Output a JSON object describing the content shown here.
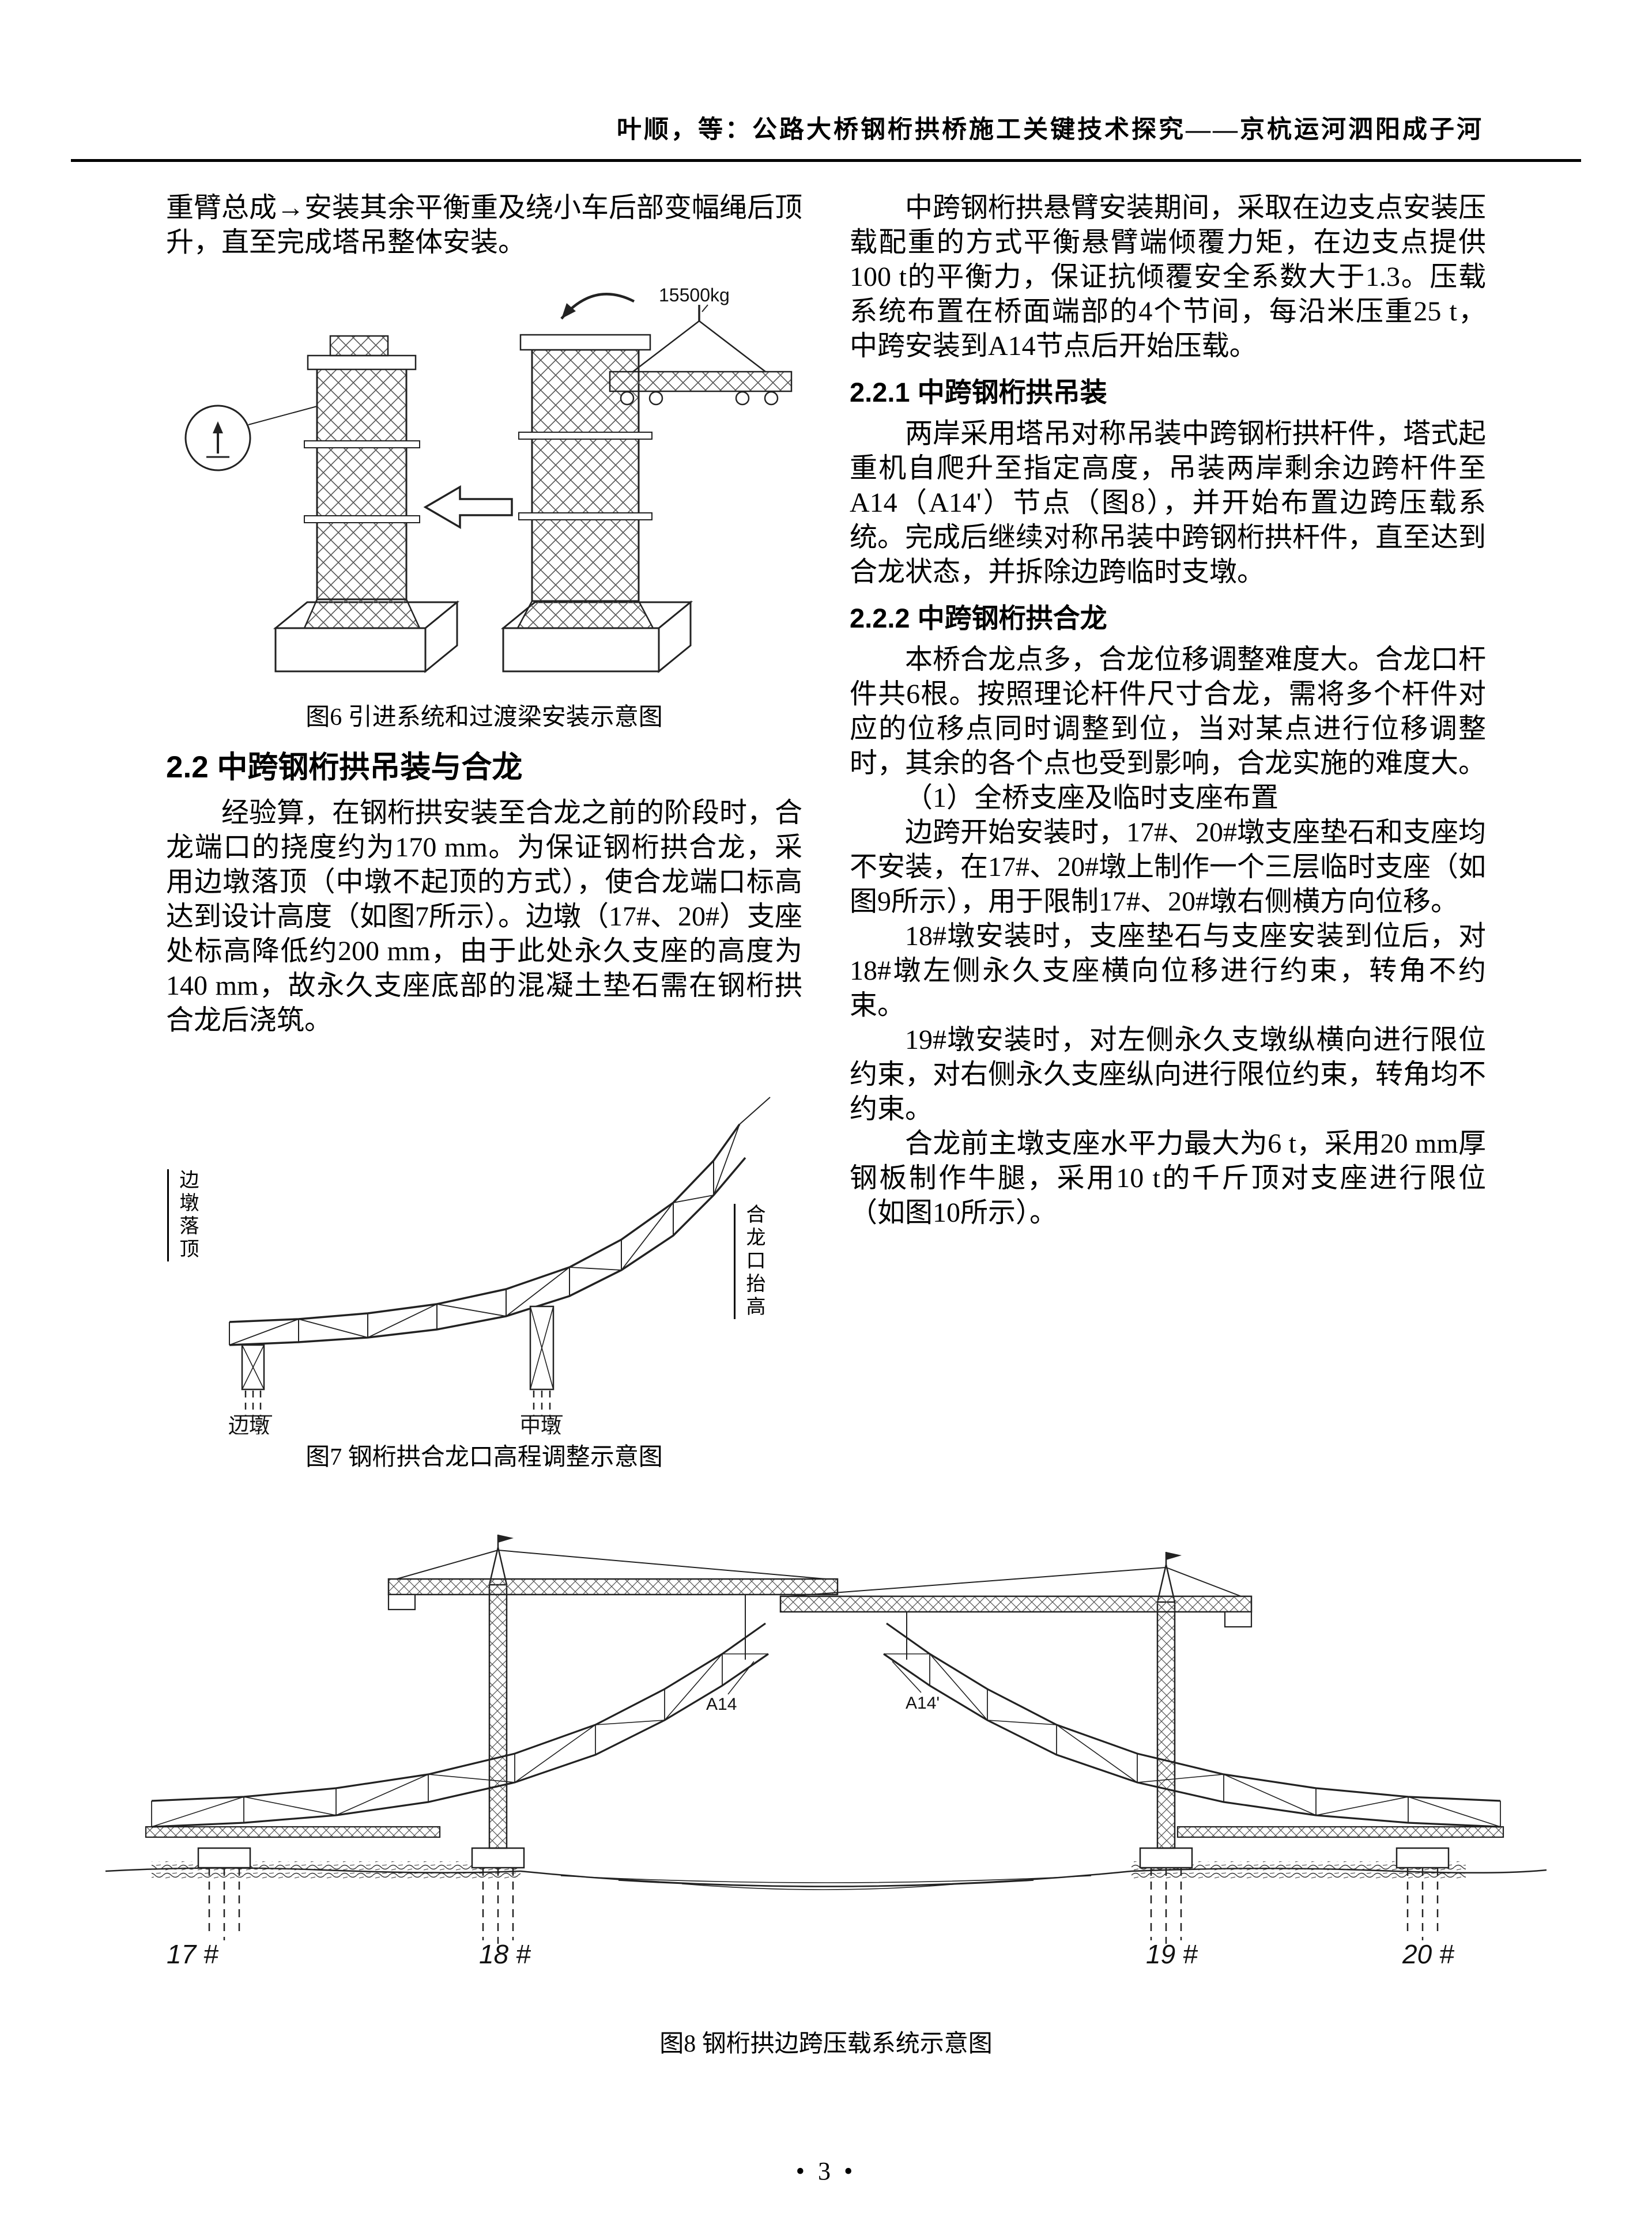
{
  "colors": {
    "ink": "#000000",
    "paper": "#ffffff"
  },
  "header": {
    "title": "叶顺，等：公路大桥钢桁拱桥施工关键技术探究——京杭运河泗阳成子河"
  },
  "left_column": {
    "para1": "重臂总成→安装其余平衡重及绕小车后部变幅绳后顶升，直至完成塔吊整体安装。",
    "fig6": {
      "weight_label": "15500kg",
      "caption": "图6 引进系统和过渡梁安装示意图"
    },
    "heading_2_2": "2.2 中跨钢桁拱吊装与合龙",
    "para2": "经验算，在钢桁拱安装至合龙之前的阶段时，合龙端口的挠度约为170 mm。为保证钢桁拱合龙，采用边墩落顶（中墩不起顶的方式），使合龙端口标高达到设计高度（如图7所示）。边墩（17#、20#）支座处标高降低约200 mm，由于此处永久支座的高度为140 mm，故永久支座底部的混凝土垫石需在钢桁拱合龙后浇筑。",
    "fig7": {
      "label_side_pier_drop": "边墩落顶",
      "label_closure_raise": "合龙口抬高",
      "label_side_pier": "边墩",
      "label_mid_pier": "中墩",
      "caption": "图7 钢桁拱合龙口高程调整示意图"
    }
  },
  "right_column": {
    "para1": "中跨钢桁拱悬臂安装期间，采取在边支点安装压载配重的方式平衡悬臂端倾覆力矩，在边支点提供100 t的平衡力，保证抗倾覆安全系数大于1.3。压载系统布置在桥面端部的4个节间，每沿米压重25 t，中跨安装到A14节点后开始压载。",
    "heading_2_2_1": "2.2.1 中跨钢桁拱吊装",
    "para2": "两岸采用塔吊对称吊装中跨钢桁拱杆件，塔式起重机自爬升至指定高度，吊装两岸剩余边跨杆件至A14（A14'）节点（图8），并开始布置边跨压载系统。完成后继续对称吊装中跨钢桁拱杆件，直至达到合龙状态，并拆除边跨临时支墩。",
    "heading_2_2_2": "2.2.2 中跨钢桁拱合龙",
    "para3": "本桥合龙点多，合龙位移调整难度大。合龙口杆件共6根。按照理论杆件尺寸合龙，需将多个杆件对应的位移点同时调整到位，当对某点进行位移调整时，其余的各个点也受到影响，合龙实施的难度大。",
    "item1": "（1）全桥支座及临时支座布置",
    "para4": "边跨开始安装时，17#、20#墩支座垫石和支座均不安装，在17#、20#墩上制作一个三层临时支座（如图9所示），用于限制17#、20#墩右侧横方向位移。",
    "para5": "18#墩安装时，支座垫石与支座安装到位后，对18#墩左侧永久支座横向位移进行约束，转角不约束。",
    "para6": "19#墩安装时，对左侧永久支墩纵横向进行限位约束，对右侧永久支座纵向进行限位约束，转角均不约束。",
    "para7": "合龙前主墩支座水平力最大为6 t，采用20 mm厚钢板制作牛腿，采用10 t的千斤顶对支座进行限位（如图10所示）。"
  },
  "fig8": {
    "label_a14": "A14",
    "label_a14_prime": "A14'",
    "pier_labels": [
      "17 #",
      "18 #",
      "19 #",
      "20 #"
    ],
    "caption": "图8 钢桁拱边跨压载系统示意图"
  },
  "footer": {
    "page_number": "•  3  •"
  }
}
